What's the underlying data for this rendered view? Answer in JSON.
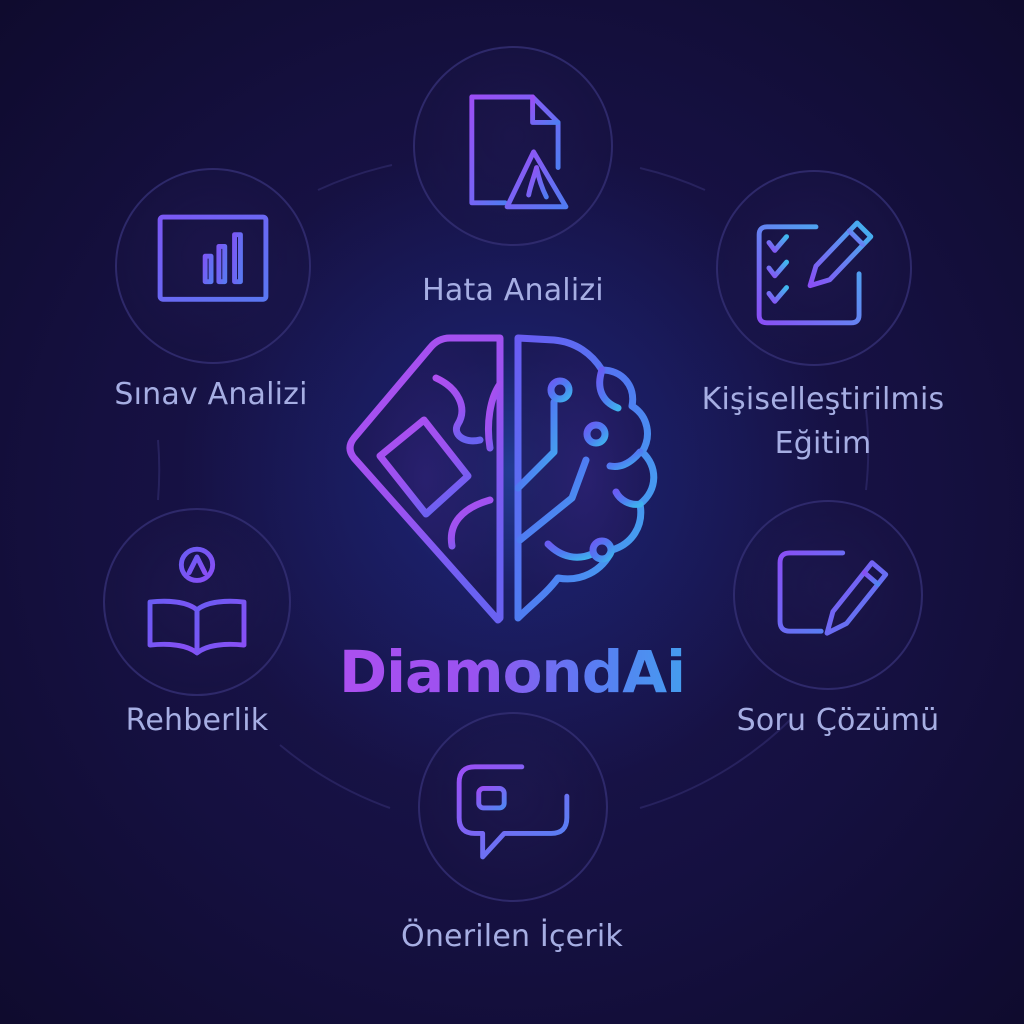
{
  "brand": {
    "name": "DiamondAi",
    "gradient_colors": [
      "#b04ff0",
      "#5a7cf2",
      "#3ea6ee"
    ]
  },
  "features": [
    {
      "label": "Hata Analizi",
      "icon": "document-warning-icon"
    },
    {
      "label": "Kişiselleştirilmis\nEğitim",
      "icon": "checklist-pencil-icon"
    },
    {
      "label": "Soru Çözümü",
      "icon": "document-pencil-icon"
    },
    {
      "label": "Önerilen İçerik",
      "icon": "chat-bubble-icon"
    },
    {
      "label": "Rehberlik",
      "icon": "open-book-icon"
    },
    {
      "label": "Sınav Analizi",
      "icon": "monitor-chart-icon"
    }
  ],
  "colors": {
    "background": "#120e35",
    "label_text": "#a6aee3",
    "icon_purple": "#8a4ef5",
    "icon_cyan": "#3fb2ee",
    "circle_border": "#37327a"
  }
}
